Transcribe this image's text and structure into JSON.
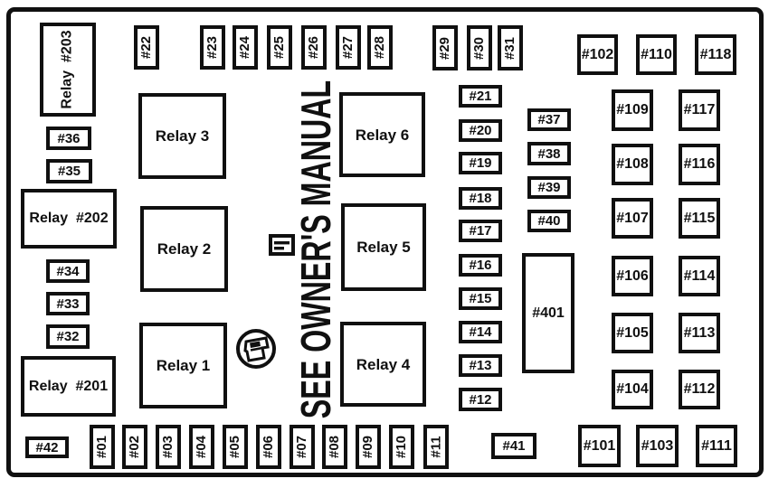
{
  "diagram": {
    "center_note": "SEE OWNER'S MANUAL",
    "relays": {
      "r1": "Relay 1",
      "r2": "Relay 2",
      "r3": "Relay 3",
      "r4": "Relay 4",
      "r5": "Relay 5",
      "r6": "Relay 6",
      "r201": "Relay  #201",
      "r202": "Relay  #202",
      "r203": "Relay  #203"
    },
    "fuses": {
      "f01": "#01",
      "f02": "#02",
      "f03": "#03",
      "f04": "#04",
      "f05": "#05",
      "f06": "#06",
      "f07": "#07",
      "f08": "#08",
      "f09": "#09",
      "f10": "#10",
      "f11": "#11",
      "f12": "#12",
      "f13": "#13",
      "f14": "#14",
      "f15": "#15",
      "f16": "#16",
      "f17": "#17",
      "f18": "#18",
      "f19": "#19",
      "f20": "#20",
      "f21": "#21",
      "f22": "#22",
      "f23": "#23",
      "f24": "#24",
      "f25": "#25",
      "f26": "#26",
      "f27": "#27",
      "f28": "#28",
      "f29": "#29",
      "f30": "#30",
      "f31": "#31",
      "f32": "#32",
      "f33": "#33",
      "f34": "#34",
      "f35": "#35",
      "f36": "#36",
      "f37": "#37",
      "f38": "#38",
      "f39": "#39",
      "f40": "#40",
      "f41": "#41",
      "f42": "#42",
      "f101": "#101",
      "f102": "#102",
      "f103": "#103",
      "f104": "#104",
      "f105": "#105",
      "f106": "#106",
      "f107": "#107",
      "f108": "#108",
      "f109": "#109",
      "f110": "#110",
      "f111": "#111",
      "f112": "#112",
      "f113": "#113",
      "f114": "#114",
      "f115": "#115",
      "f116": "#116",
      "f117": "#117",
      "f118": "#118",
      "f401": "#401"
    },
    "icons": {
      "fuse_symbol": "fuse-symbol-icon",
      "circled_connector": "circled-connector-icon"
    },
    "colors": {
      "line": "#101010",
      "background": "#ffffff"
    }
  }
}
